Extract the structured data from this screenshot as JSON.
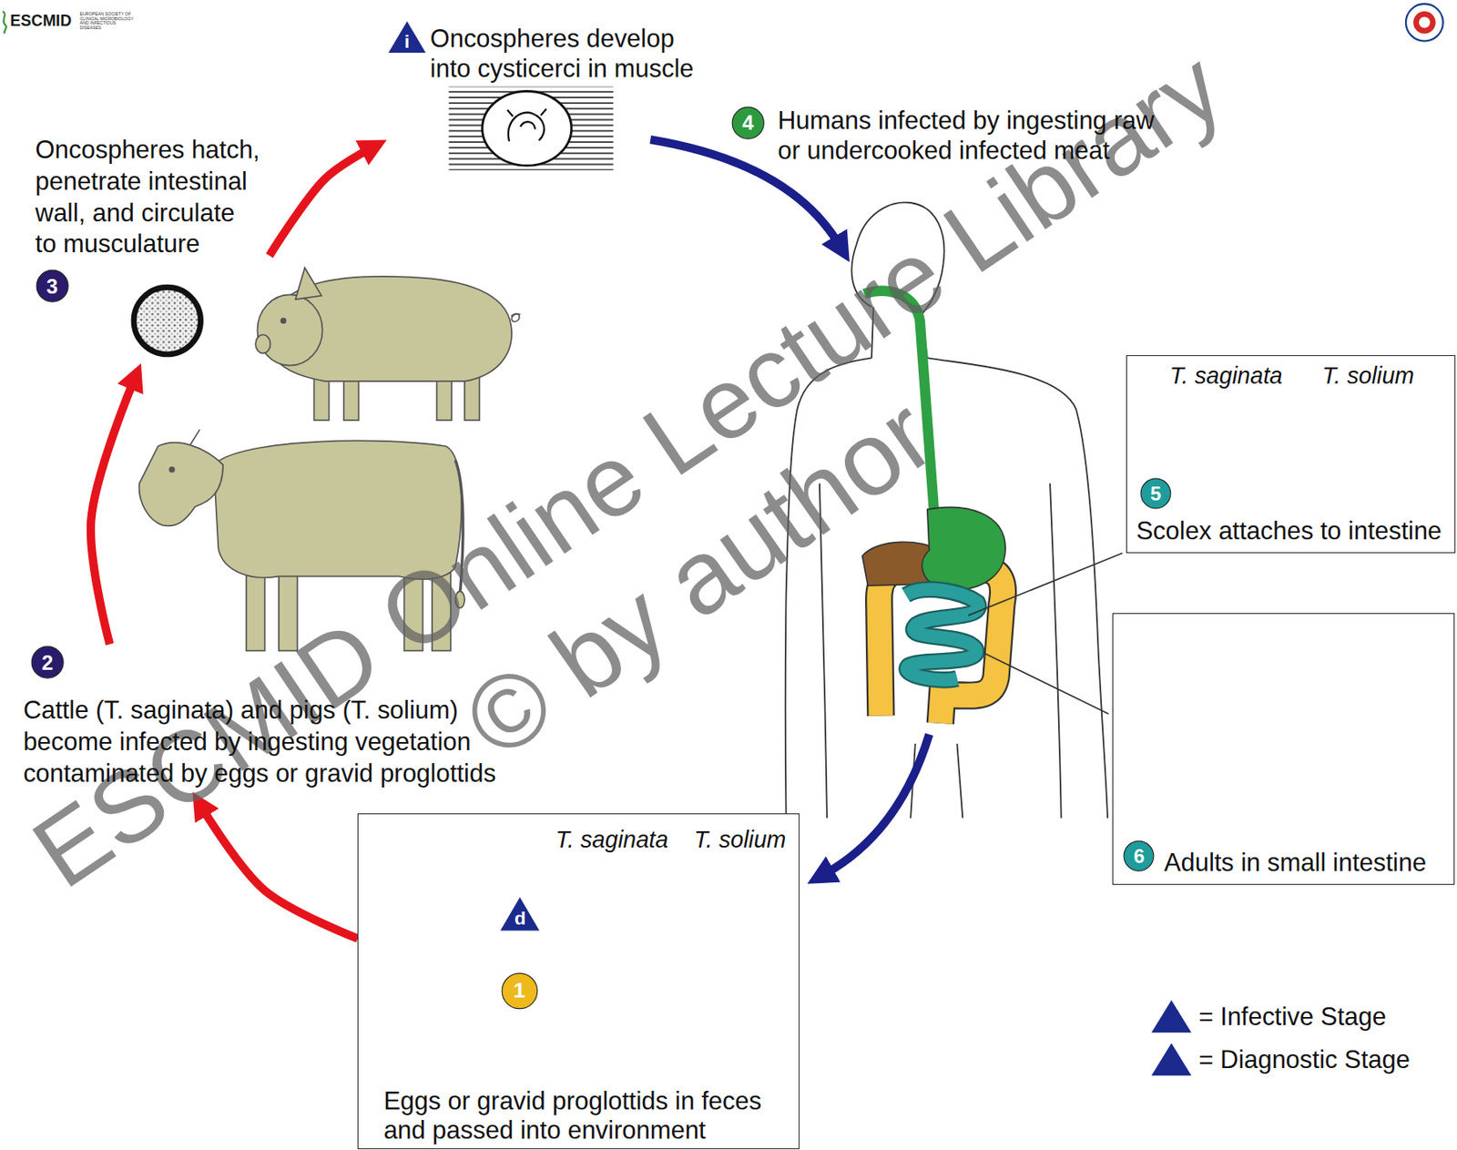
{
  "diagram": {
    "nodes": [
      {
        "text": [
          "Oncospheres develop into cysticerci in muscle"
        ]
      },
      {
        "text": [
          "i"
        ],
        "in": 0
      },
      {
        "text": [
          "Humans infected by ingesting raw or undercooked infected meat"
        ]
      },
      {
        "text": [
          "4"
        ],
        "in": 2
      },
      {
        "text": [
          "Oncospheres hatch, penetrate intestinal wall, and circulate to musculature"
        ]
      },
      {
        "text": [
          "3"
        ],
        "in": 4
      },
      {
        "text": [
          "T. saginata",
          "T. solium",
          "Scolex attaches to intestine"
        ]
      },
      {
        "text": [
          "5"
        ],
        "in": 6
      },
      {
        "text": [
          "Adults in small intestine"
        ]
      },
      {
        "text": [
          "6"
        ],
        "in": 8
      },
      {
        "text": [
          "Cattle (T. saginata) and pigs (T. solium) become infected by ingesting vegetation contaminated by eggs or gravid proglottids"
        ]
      },
      {
        "text": [
          "2"
        ],
        "in": 10
      },
      {
        "text": [
          "T. saginata",
          "T. solium",
          "Eggs or gravid proglottids in feces and passed into environment"
        ]
      },
      {
        "text": [
          "d"
        ],
        "in": 12
      },
      {
        "text": [
          "1"
        ],
        "in": 12
      }
    ],
    "edges": [
      {
        "from": 12,
        "to": 10,
        "arrow": "to"
      },
      {
        "from": 10,
        "to": 4,
        "arrow": "to"
      },
      {
        "from": 4,
        "to": 0,
        "arrow": "to"
      }
    ],
    "labels": [
      "ESCMID",
      "EUROPEAN SOCIETY OF CLINICAL MICROBIOLOGY AND INFECTIOUS DISEASES",
      "ESCMID Online Lecture Library",
      "© by author",
      "i",
      "d"
    ],
    "legend": [
      {
        "text": "= Infective Stage"
      },
      {
        "text": "= Diagnostic Stage"
      }
    ]
  }
}
